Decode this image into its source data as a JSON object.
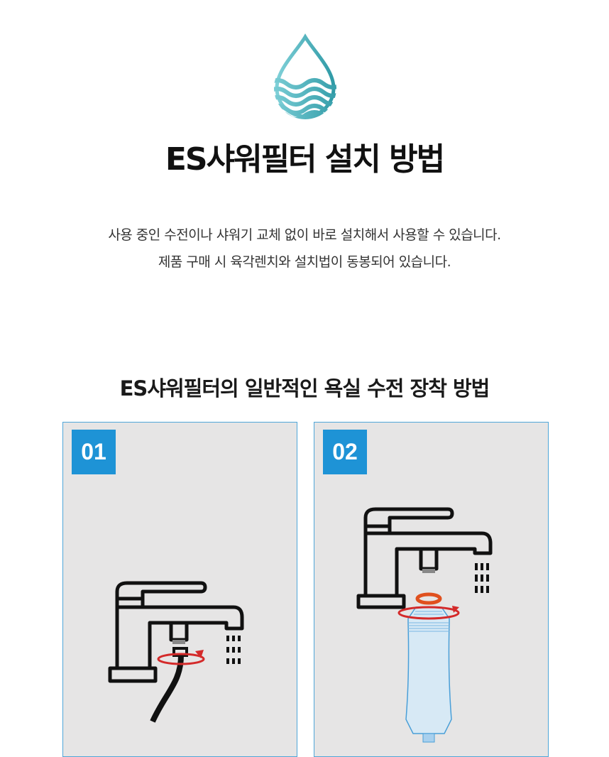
{
  "header": {
    "title": "ES샤워필터 설치 방법"
  },
  "description": {
    "line1": "사용 중인 수전이나 샤워기 교체 없이 바로 설치해서 사용할 수 있습니다.",
    "line2": "제품 구매 시 육각렌치와 설치법이 동봉되어 있습니다."
  },
  "section": {
    "title": "ES샤워필터의 일반적인 욕실 수전 장착 방법"
  },
  "steps": [
    {
      "number": "01"
    },
    {
      "number": "02"
    }
  ],
  "colors": {
    "badge": "#1e93d6",
    "panel": "#e6e5e5",
    "arrow": "#d42a2a",
    "oring": "#e0501e",
    "logo": "#4ab8c4"
  }
}
